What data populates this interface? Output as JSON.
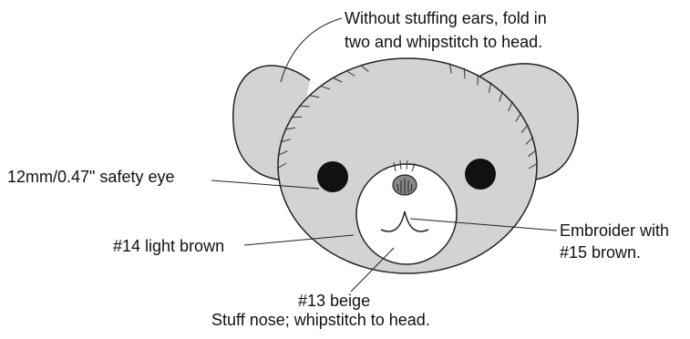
{
  "colors": {
    "head_fill": "#d3d3d3",
    "muzzle_fill": "#ffffff",
    "eye_fill": "#111111",
    "stroke": "#222222"
  },
  "labels": {
    "ears_line1": "Without stuffing ears, fold in",
    "ears_line2": "two and whipstitch to head.",
    "eye": "12mm/0.47\" safety eye",
    "head_color": "#14 light brown",
    "mouth_line1": "Embroider with",
    "mouth_line2": "#15 brown.",
    "muzzle_line1": "#13 beige",
    "muzzle_line2": "Stuff nose; whipstitch to head."
  }
}
